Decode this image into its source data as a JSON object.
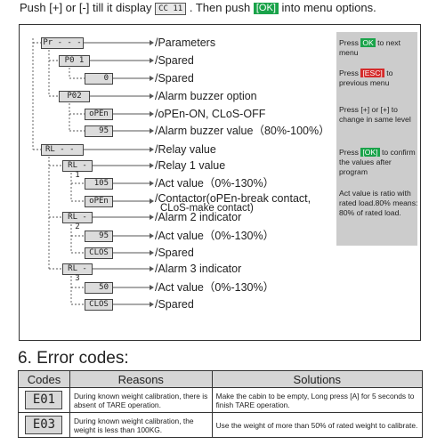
{
  "intro": {
    "part1": "Push [+] or [-] till it display",
    "code": "CC 11",
    "part2": ". Then push",
    "ok": "[OK]",
    "part3": "into menu options."
  },
  "menu": {
    "items": [
      {
        "lcd": "Pr - - -",
        "label": "/Parameters"
      },
      {
        "lcd": "P0 1",
        "label": "/Spared"
      },
      {
        "lcd": "0",
        "label": "/Spared"
      },
      {
        "lcd": "P02",
        "label": "/Alarm buzzer option"
      },
      {
        "lcd": "oPEn",
        "label": "/oPEn-ON,  CLoS-OFF"
      },
      {
        "lcd": "95",
        "label": "/Alarm buzzer value（80%-100%）"
      },
      {
        "lcd": "RL - -",
        "label": "/Relay value"
      },
      {
        "lcd": "RL - 1",
        "label": "/Relay 1 value"
      },
      {
        "lcd": "105",
        "label": "/Act value（0%-130%）"
      },
      {
        "lcd": "oPEn",
        "label": "/Contactor(oPEn-break contact,",
        "label2": "CLoS-make contact)"
      },
      {
        "lcd": "RL - 2",
        "label": "/Alarm 2 indicator"
      },
      {
        "lcd": "95",
        "label": "/Act value（0%-130%）"
      },
      {
        "lcd": "CLOS",
        "label": "/Spared"
      },
      {
        "lcd": "RL - 3",
        "label": "/Alarm 3 indicator"
      },
      {
        "lcd": "50",
        "label": "/Act value（0%-130%）"
      },
      {
        "lcd": "CLOS",
        "label": "/Spared"
      }
    ]
  },
  "hints": {
    "h1_pre": "Press",
    "h1_tag": "OK",
    "h1_post": "to next menu",
    "h2_pre": "Press",
    "h2_tag": "[ESC]",
    "h2_post": "to previous menu",
    "h3": "Press [+] or [+] to change in same level",
    "h4_pre": "Press",
    "h4_tag": "[OK]",
    "h4_post": "to confirm the values after program",
    "h5": "Act value is ratio with rated load.80% means: 80% of rated load."
  },
  "errors": {
    "title": "6. Error codes:",
    "headers": [
      "Codes",
      "Reasons",
      "Solutions"
    ],
    "rows": [
      {
        "code": "E01",
        "reason": "During known weight calibration, there is absent of TARE operation.",
        "solution": "Make the cabin to be empty, Long press [A] for 5 seconds to finish TARE operation."
      },
      {
        "code": "E03",
        "reason": "During known weight calibration, the weight is less than 100KG.",
        "solution": "Use the weight of more than 50% of rated weight to calibrate."
      }
    ]
  },
  "colors": {
    "ok_green": "#1aa34a",
    "esc_red": "#d42a2a",
    "panel_gray": "#cccccc"
  }
}
